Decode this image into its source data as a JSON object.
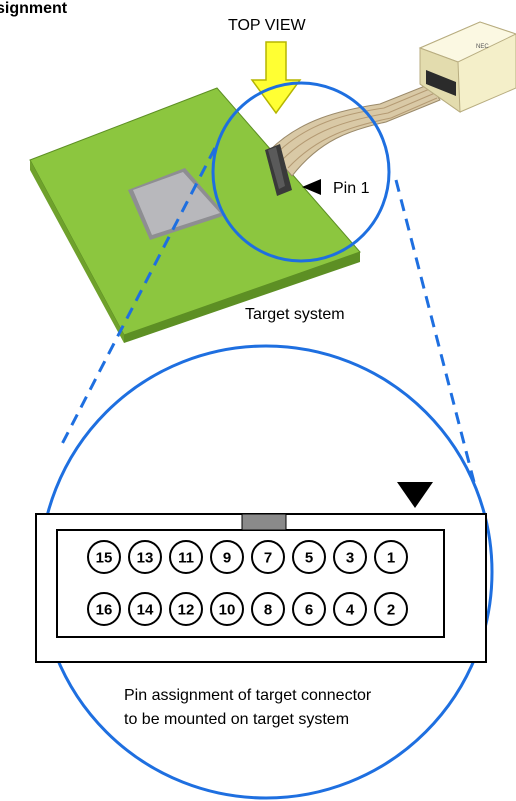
{
  "heading_fragment": "signment",
  "top_view_label": "TOP VIEW",
  "pin1_label": "Pin 1",
  "target_system_label": "Target system",
  "caption": {
    "line1": "Pin assignment of target connector",
    "line2": "to be mounted on target system"
  },
  "connector_pins": {
    "top_row": [
      "15",
      "13",
      "11",
      "9",
      "7",
      "5",
      "3",
      "1"
    ],
    "bottom_row": [
      "16",
      "14",
      "12",
      "10",
      "8",
      "6",
      "4",
      "2"
    ]
  },
  "emulator_label": "NEC",
  "colors": {
    "board": "#8cc63f",
    "board_edge": "#6fa12c",
    "chip": "#a9a9ac",
    "callout_blue": "#1e6fe0",
    "arrow_yellow": "#ffff33",
    "cable": "#d9c9a6",
    "pod": "#f4efc9"
  }
}
